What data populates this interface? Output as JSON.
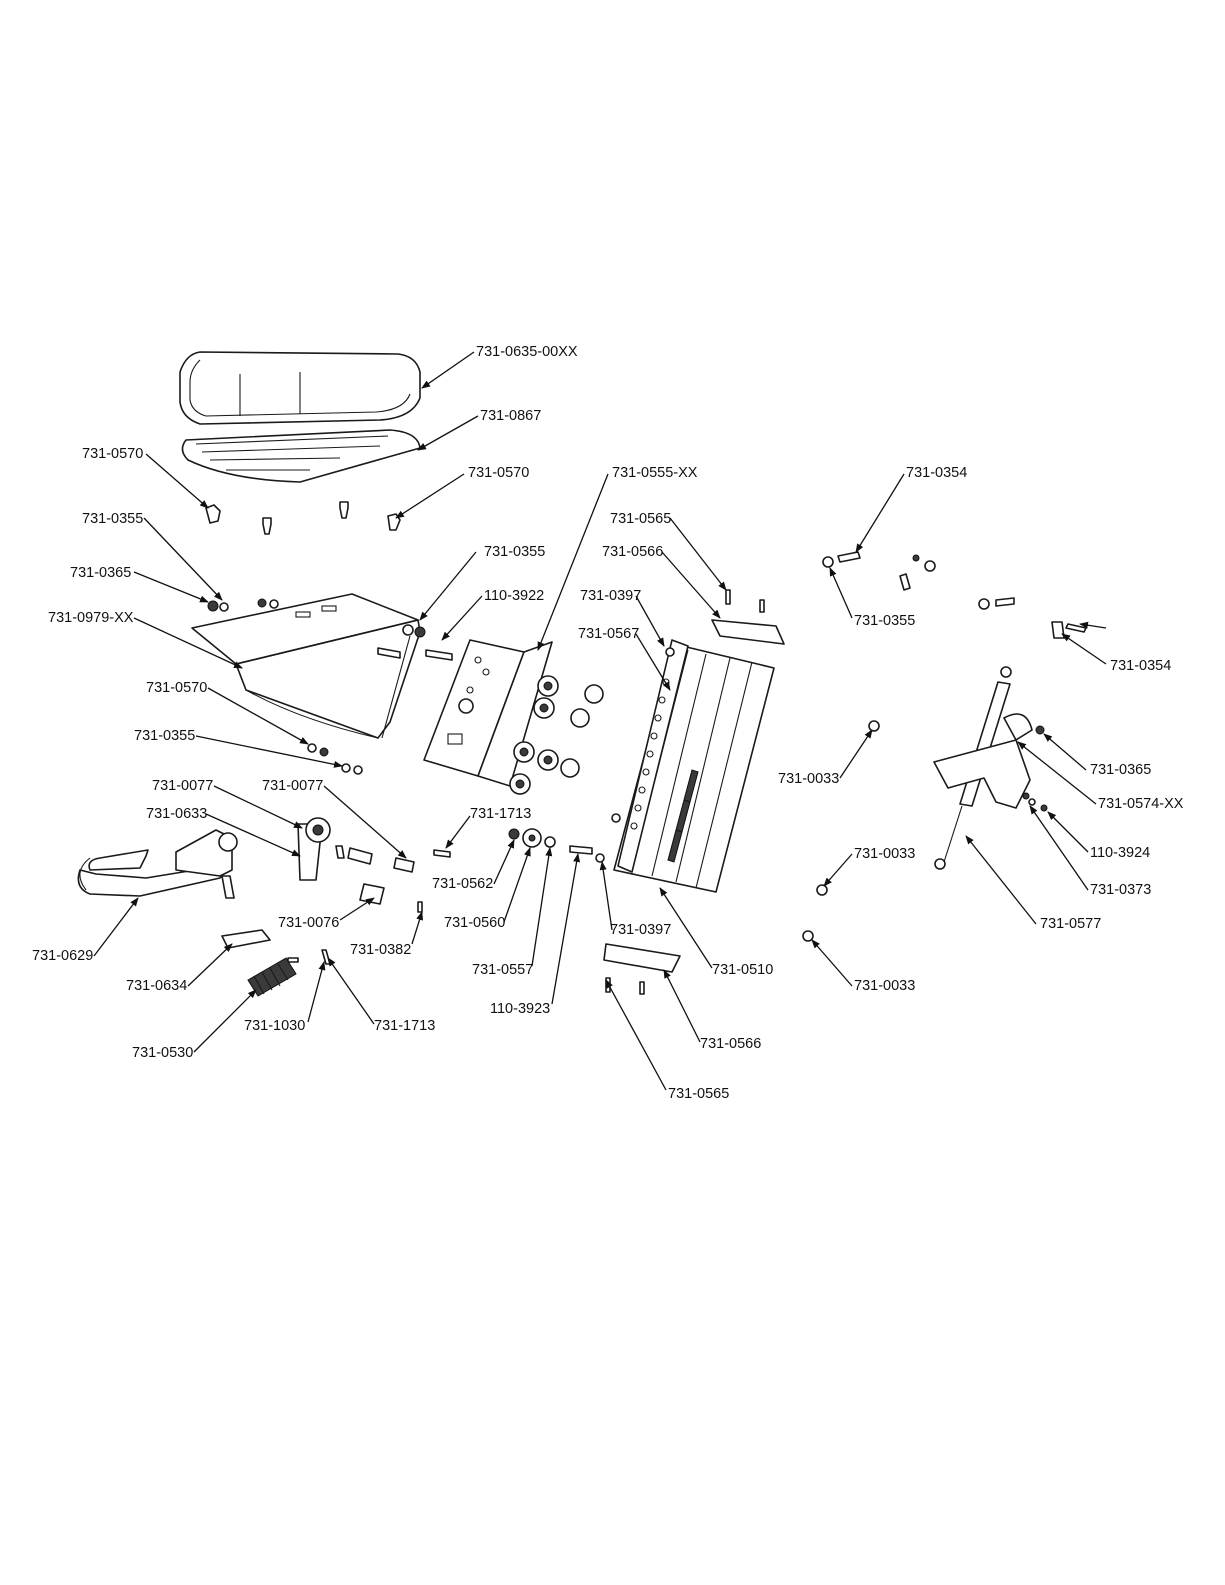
{
  "diagram": {
    "labels": [
      "731-0635-00XX",
      "731-0867",
      "731-0570",
      "731-0570",
      "731-0555-XX",
      "731-0354",
      "731-0355",
      "731-0565",
      "731-0365",
      "731-0355",
      "731-0566",
      "731-0979-XX",
      "110-3922",
      "731-0397",
      "731-0355",
      "731-0567",
      "731-0354",
      "731-0570",
      "731-0355",
      "731-0365",
      "731-0033",
      "731-0574-XX",
      "731-0077",
      "731-0077",
      "731-0633",
      "731-1713",
      "110-3924",
      "731-0033",
      "731-0562",
      "731-0373",
      "731-0076",
      "731-0560",
      "731-0397",
      "731-0577",
      "731-0382",
      "731-0629",
      "731-0557",
      "731-0510",
      "731-0634",
      "731-0033",
      "110-3923",
      "731-1030",
      "731-1713",
      "731-0566",
      "731-0530",
      "731-0565"
    ]
  }
}
